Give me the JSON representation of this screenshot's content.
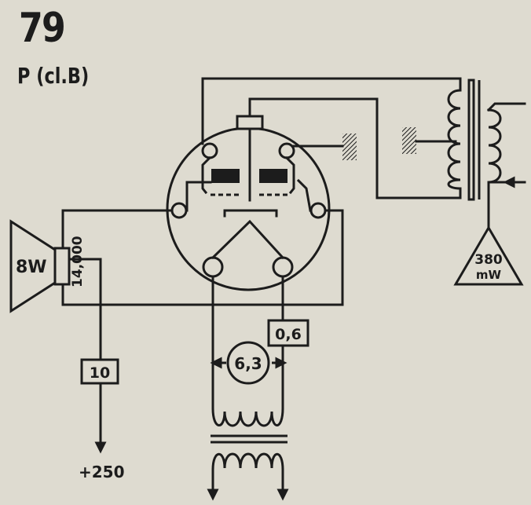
{
  "tube": {
    "number": "79",
    "type": "P (cl.B)"
  },
  "speaker": {
    "label": "8W"
  },
  "output_transformer": {
    "impedance": "14,000"
  },
  "plate_resistor": {
    "value": "10"
  },
  "supply": {
    "voltage": "+250"
  },
  "heater_current": {
    "value": "0,6"
  },
  "heater_voltage": {
    "value": "6,3"
  },
  "power_output": {
    "value": "380",
    "unit": "mW"
  },
  "colors": {
    "paper": "#dedbd0",
    "ink": "#1c1c1c"
  }
}
